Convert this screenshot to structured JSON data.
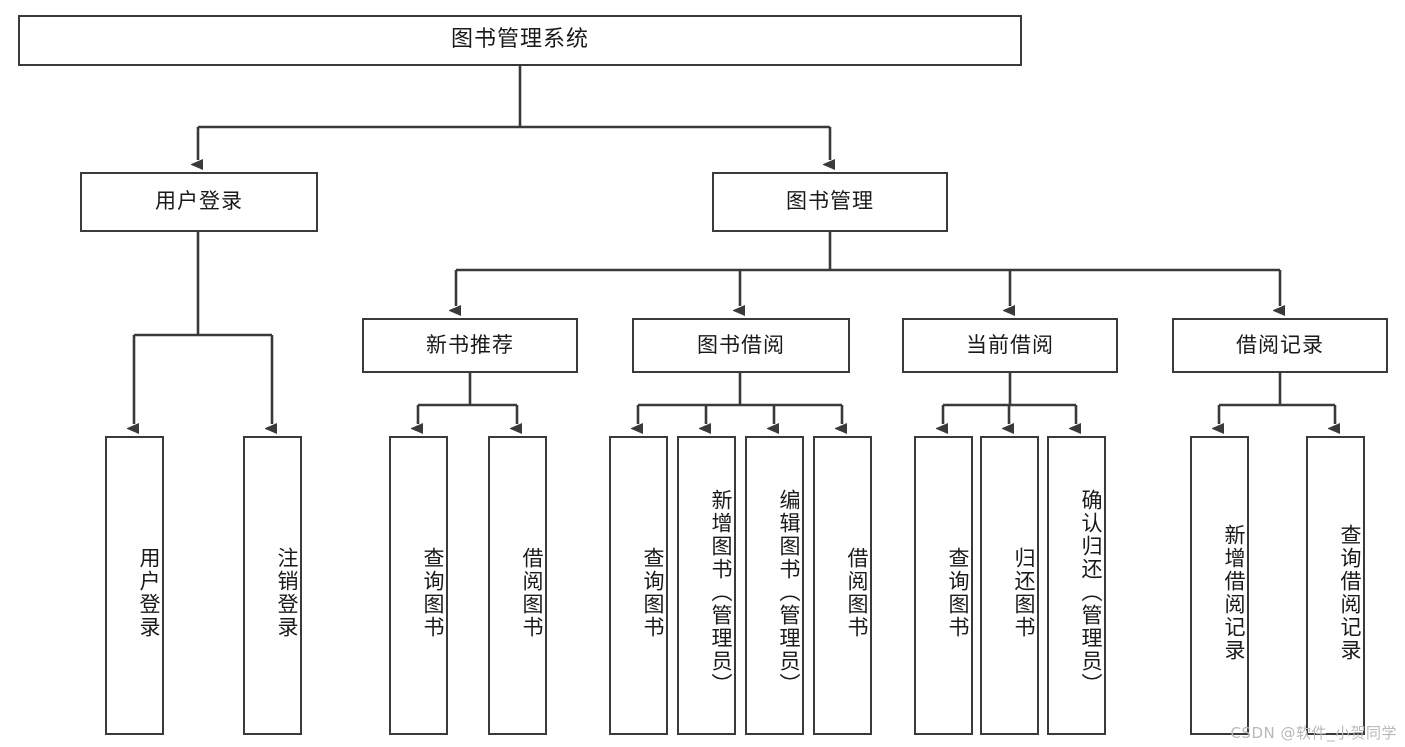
{
  "diagram": {
    "title": "图书管理系统",
    "watermark": "CSDN @软件_小贺同学",
    "stroke_color": "#3a3a3a",
    "text_color": "#1a1a1a",
    "background_color": "#ffffff",
    "watermark_color": "#b9b9b9"
  },
  "nodes": {
    "root": {
      "label": "图书管理系统"
    },
    "level1": [
      {
        "label": "用户登录"
      },
      {
        "label": "图书管理"
      }
    ],
    "level2": [
      {
        "label": "新书推荐"
      },
      {
        "label": "图书借阅"
      },
      {
        "label": "当前借阅"
      },
      {
        "label": "借阅记录"
      }
    ],
    "leaves_user_login": [
      {
        "label": "用户登录"
      },
      {
        "label": "注销登录"
      }
    ],
    "leaves_new_book": [
      {
        "label": "查询图书"
      },
      {
        "label": "借阅图书"
      }
    ],
    "leaves_borrow": [
      {
        "label": "查询图书"
      },
      {
        "label": "新增图书（管理员）"
      },
      {
        "label": "编辑图书（管理员）"
      },
      {
        "label": "借阅图书"
      }
    ],
    "leaves_current": [
      {
        "label": "查询图书"
      },
      {
        "label": "归还图书"
      },
      {
        "label": "确认归还（管理员）"
      }
    ],
    "leaves_records": [
      {
        "label": "新增借阅记录"
      },
      {
        "label": "查询借阅记录"
      }
    ]
  }
}
